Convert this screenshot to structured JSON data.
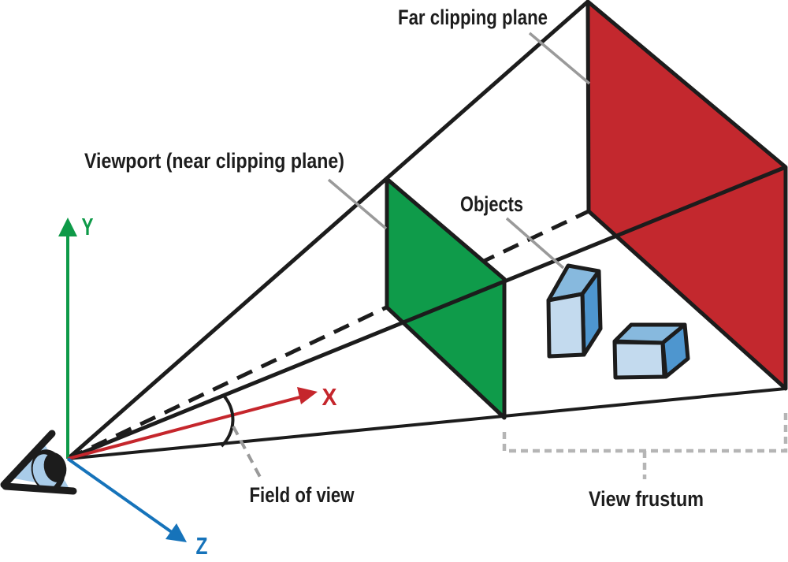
{
  "diagram": {
    "labels": {
      "far_clipping_plane": "Far clipping plane",
      "viewport": "Viewport (near clipping plane)",
      "objects": "Objects",
      "field_of_view": "Field of view",
      "view_frustum": "View frustum"
    },
    "axes": {
      "x": "X",
      "y": "Y",
      "z": "Z"
    }
  },
  "colors": {
    "line": "#1c1c1c",
    "near_plane_fill": "#0f9b4a",
    "far_plane_fill": "#c3282e",
    "axis_x": "#c5262c",
    "axis_y": "#0e9a48",
    "axis_z": "#1673ba",
    "box_front": "#c3daee",
    "box_top": "#87b9de",
    "box_side": "#4e96cf",
    "eye_blue": "#a9cce9",
    "leader_gray": "#9a9a9a",
    "bracket_gray": "#b5b5b5",
    "text": "#1d1d1d"
  }
}
